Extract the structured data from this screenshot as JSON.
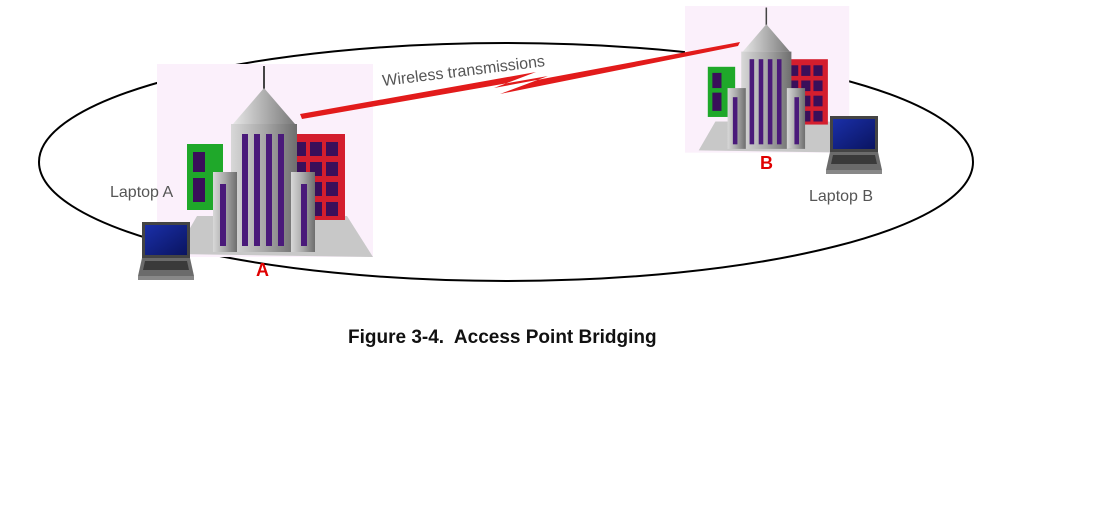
{
  "diagram": {
    "labels": {
      "laptop_a": "Laptop A",
      "laptop_b": "Laptop B",
      "building_a": "A",
      "building_b": "B",
      "link": "Wireless transmissions"
    },
    "caption": "Figure 3-4.  Access Point Bridging",
    "colors": {
      "link": "#e21b1b",
      "building_letter": "#e00000",
      "boundary": "#000000",
      "tower": "#9a9a9a",
      "window_stripe": "#4a1a7a",
      "red_block": "#d41e2e",
      "green_block": "#1fa82a"
    },
    "icons": [
      "building-icon",
      "laptop-icon",
      "lightning-link-icon"
    ]
  }
}
